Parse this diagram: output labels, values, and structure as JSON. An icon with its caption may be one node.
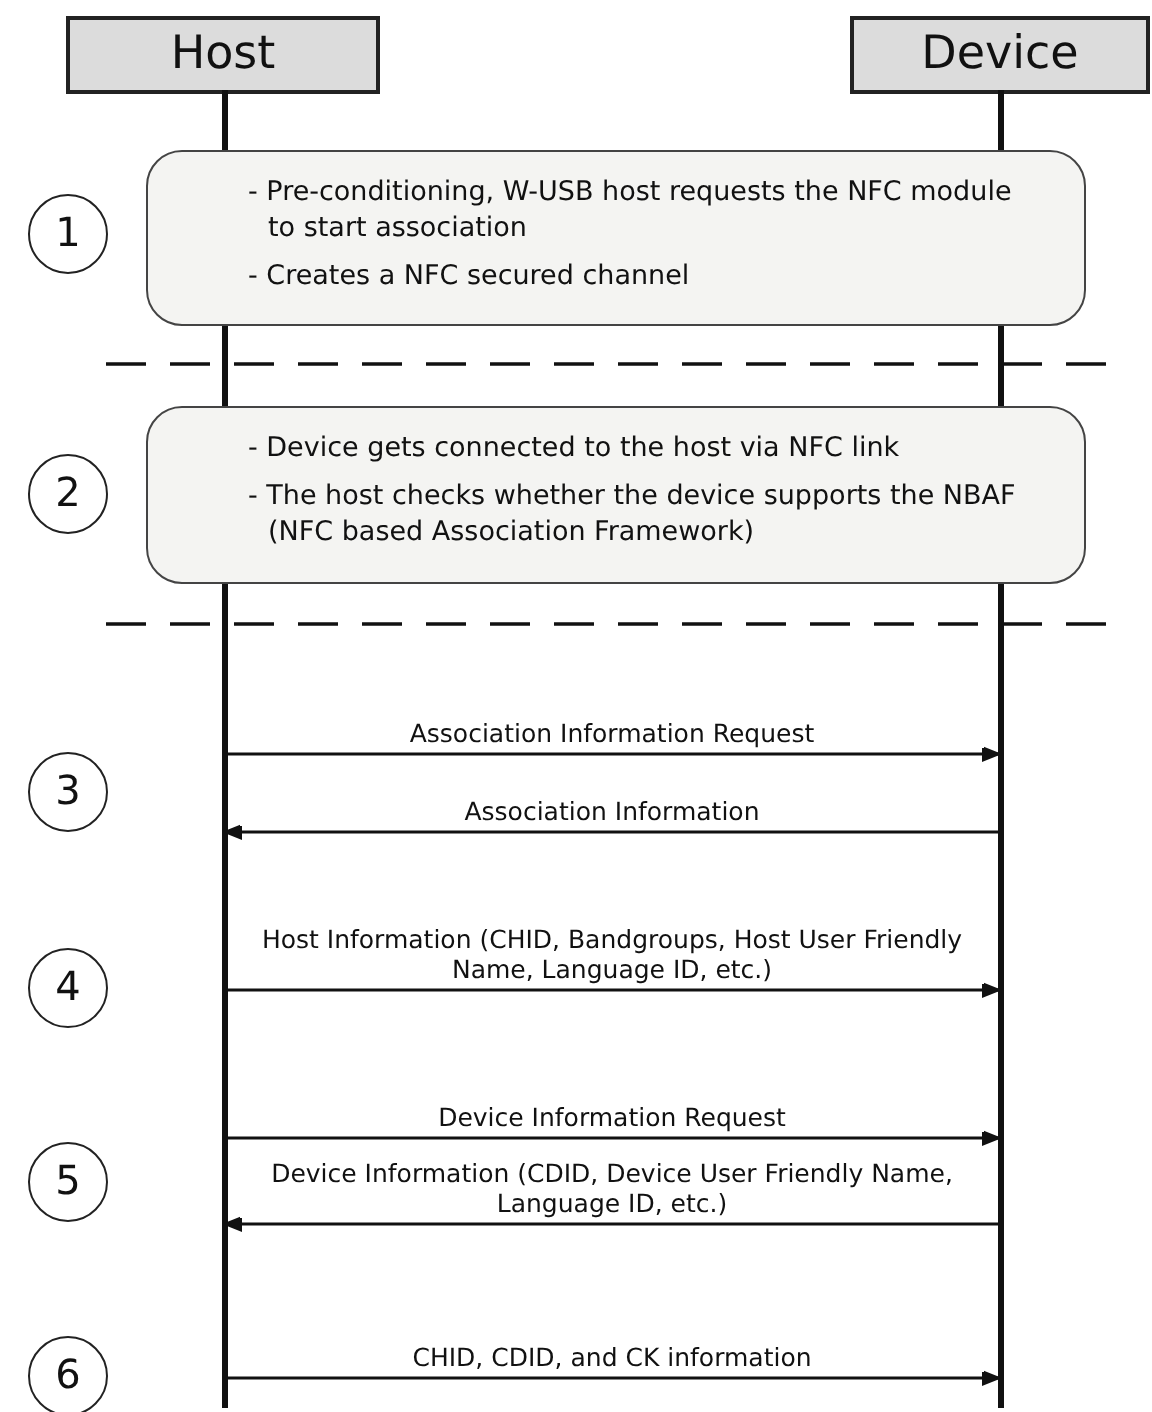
{
  "diagram": {
    "nodes": [
      {
        "text": [
          "Host"
        ]
      },
      {
        "text": [
          "Device"
        ]
      },
      {
        "text": [
          "- Pre-conditioning, W-USB host requests the NFC module to start association",
          "- Creates a NFC secured channel"
        ]
      },
      {
        "text": [
          "- Device gets connected to the host via NFC link",
          "- The host checks whether the device supports the NBAF (NFC based Association Framework)"
        ]
      },
      {
        "text": [
          "1"
        ]
      },
      {
        "text": [
          "2"
        ]
      },
      {
        "text": [
          "3"
        ]
      },
      {
        "text": [
          "4"
        ]
      },
      {
        "text": [
          "5"
        ]
      },
      {
        "text": [
          "6"
        ]
      }
    ],
    "edges": [
      {
        "from": 0,
        "to": 1,
        "arrow": "to",
        "label": "Association Information Request"
      },
      {
        "from": 1,
        "to": 0,
        "arrow": "to",
        "label": "Association Information"
      },
      {
        "from": 0,
        "to": 1,
        "arrow": "to",
        "label": "Host Information (CHID, Bandgroups, Host User Friendly Name, Language ID, etc.)"
      },
      {
        "from": 0,
        "to": 1,
        "arrow": "to",
        "label": "Device Information Request"
      },
      {
        "from": 1,
        "to": 0,
        "arrow": "to",
        "label": "Device Information (CDID, Device User Friendly Name, Language ID, etc.)"
      },
      {
        "from": 0,
        "to": 1,
        "arrow": "to",
        "label": "CHID, CDID, and CK information"
      }
    ]
  }
}
